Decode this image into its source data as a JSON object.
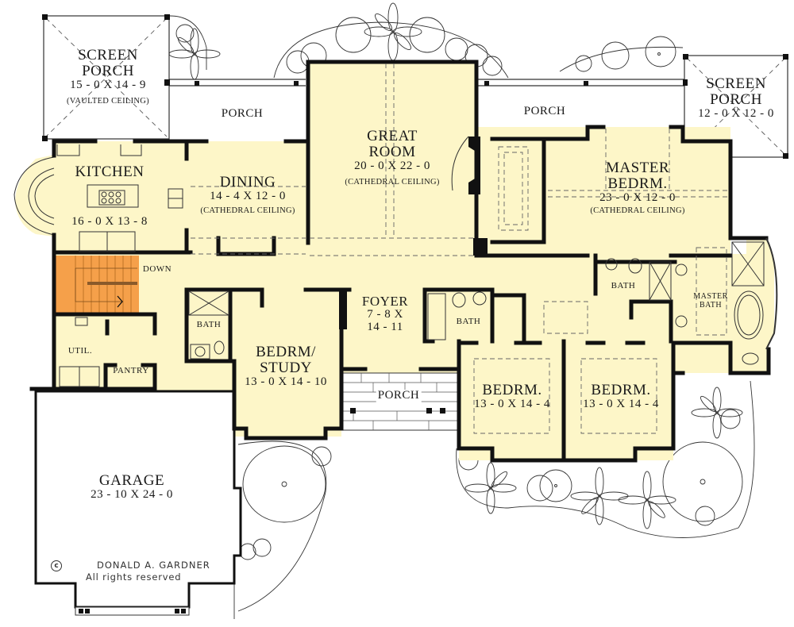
{
  "plan": {
    "title": "Floor Plan",
    "colors": {
      "interior_fill": "#fdf6c8",
      "stair_fill": "#f5a04a",
      "wall": "#111111",
      "exterior": "#ffffff"
    },
    "rooms": {
      "screen_porch_left": {
        "name_line1": "SCREEN",
        "name_line2": "PORCH",
        "dims": "15 - 0 X 14 - 9",
        "note": "(VAULTED CEILING)"
      },
      "porch_left": {
        "name": "PORCH"
      },
      "great_room": {
        "name_line1": "GREAT",
        "name_line2": "ROOM",
        "dims": "20 - 0 X 22 - 0",
        "note": "(CATHEDRAL CEILING)"
      },
      "porch_right": {
        "name": "PORCH"
      },
      "screen_porch_right": {
        "name_line1": "SCREEN",
        "name_line2": "PORCH",
        "dims": "12 - 0 X 12 - 0"
      },
      "kitchen": {
        "name": "KITCHEN",
        "dims": "16 - 0 X 13 - 8"
      },
      "dining": {
        "name": "DINING",
        "dims": "14 - 4 X 12 - 0",
        "note": "(CATHEDRAL CEILING)"
      },
      "master_bedroom": {
        "name_line1": "MASTER",
        "name_line2": "BEDRM.",
        "dims": "23 - 0 X 12 - 0",
        "note": "(CATHEDRAL CEILING)"
      },
      "stairs": {
        "label": "DOWN"
      },
      "bath_hall": {
        "name": "BATH"
      },
      "util": {
        "name": "UTIL."
      },
      "pantry": {
        "name": "PANTRY"
      },
      "bedroom_study": {
        "name_line1": "BEDRM/",
        "name_line2": "STUDY",
        "dims": "13 - 0 X 14 - 10"
      },
      "foyer": {
        "name": "FOYER",
        "dims_line1": "7 - 8 X",
        "dims_line2": "14 - 11"
      },
      "bath_center": {
        "name": "BATH"
      },
      "bath_right": {
        "name": "BATH"
      },
      "master_bath": {
        "name_line1": "MASTER",
        "name_line2": "BATH"
      },
      "bedroom_2": {
        "name": "BEDRM.",
        "dims": "13 - 0 X 14 - 4"
      },
      "bedroom_3": {
        "name": "BEDRM.",
        "dims": "13 - 0 X 14 - 4"
      },
      "porch_front": {
        "name": "PORCH"
      },
      "garage": {
        "name": "GARAGE",
        "dims": "23 - 10 X 24 - 0"
      }
    },
    "credit": {
      "copyright_symbol": "c",
      "designer": "DONALD A. GARDNER",
      "rights": "All rights reserved"
    }
  }
}
